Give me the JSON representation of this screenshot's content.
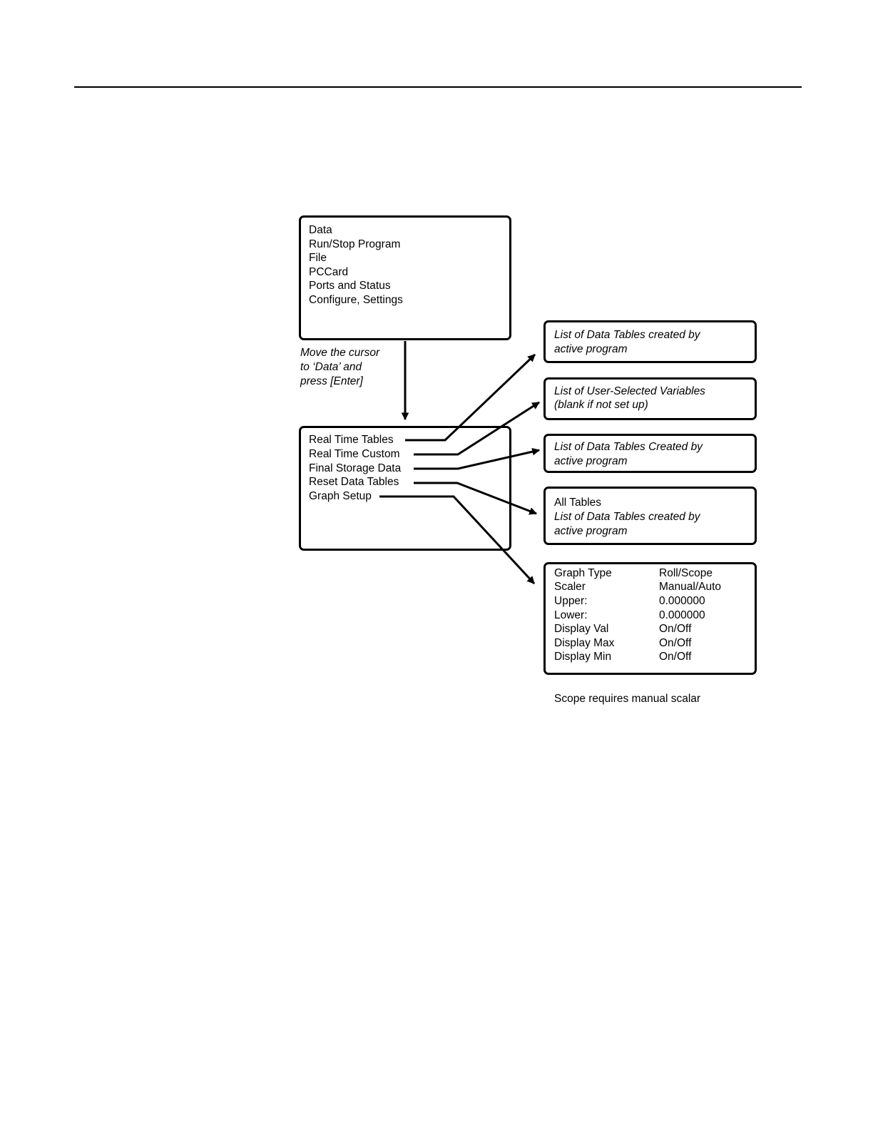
{
  "main_menu": {
    "items": [
      "Data",
      "Run/Stop Program",
      "File",
      "PCCard",
      "Ports and Status",
      "Configure, Settings"
    ]
  },
  "instruction": {
    "lines": [
      "Move the cursor",
      "to ‘Data’ and",
      "press [Enter]"
    ]
  },
  "data_menu": {
    "items": [
      "Real Time Tables",
      "Real Time Custom",
      "Final Storage Data",
      "Reset Data Tables",
      "Graph Setup"
    ]
  },
  "real_time_tables_box": {
    "lines": [
      "List of Data Tables created by",
      "active program"
    ]
  },
  "real_time_custom_box": {
    "lines": [
      "List of User-Selected Variables",
      "(blank if not set up)"
    ]
  },
  "final_storage_box": {
    "lines": [
      "List of Data Tables Created by",
      "active program"
    ]
  },
  "reset_tables_box": {
    "first_line": "All Tables",
    "lines": [
      "List of Data Tables created by",
      "active program"
    ]
  },
  "graph_setup_box": {
    "rows": [
      {
        "label": "Graph Type",
        "value": "Roll/Scope"
      },
      {
        "label": "Scaler",
        "value": "Manual/Auto"
      },
      {
        "label": "Upper:",
        "value": "0.000000"
      },
      {
        "label": "Lower:",
        "value": "0.000000"
      },
      {
        "label": "Display Val",
        "value": "On/Off"
      },
      {
        "label": "Display Max",
        "value": "On/Off"
      },
      {
        "label": "Display Min",
        "value": "On/Off"
      }
    ]
  },
  "note": "Scope requires manual scalar"
}
